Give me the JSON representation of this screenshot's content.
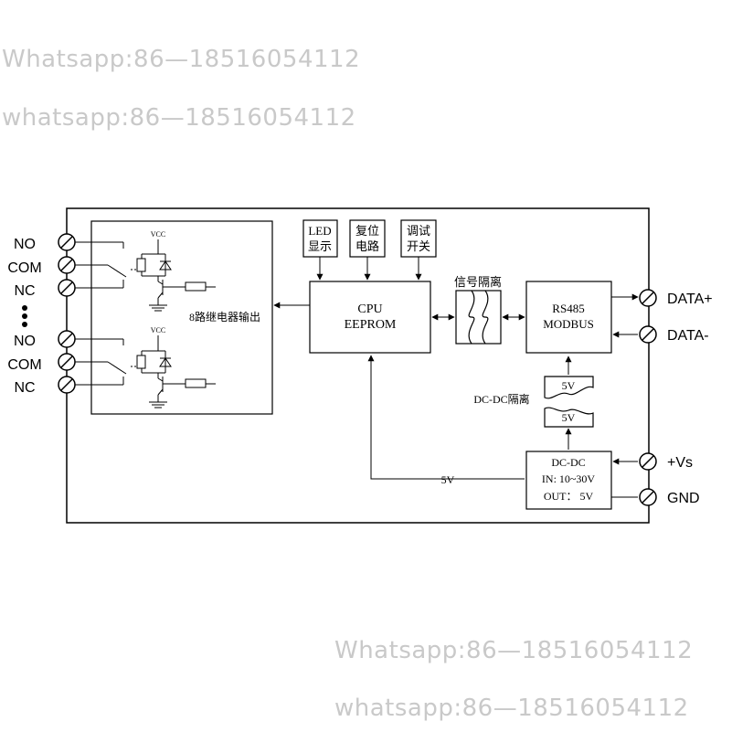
{
  "watermarks": [
    "Whatsapp:86—18516054112",
    "whatsapp:86—18516054112",
    "Whatsapp:86—18516054112",
    "whatsapp:86—18516054112"
  ],
  "terminals_left": [
    "NO",
    "COM",
    "NC",
    "NO",
    "COM",
    "NC"
  ],
  "terminals_right": [
    "DATA+",
    "DATA-",
    "+Vs",
    "GND"
  ],
  "relay": {
    "vcc": "VCC",
    "label": "8路继电器输出"
  },
  "blocks": {
    "led": [
      "LED",
      "显示"
    ],
    "reset": [
      "复位",
      "电路"
    ],
    "debug": [
      "调试",
      "开关"
    ],
    "cpu": [
      "CPU",
      "EEPROM"
    ],
    "signal_isolation": "信号隔离",
    "rs485": [
      "RS485",
      "MODBUS"
    ],
    "dcdc_isolation": "DC-DC隔离",
    "iso_top": "5V",
    "iso_bottom": "5V",
    "dcdc": [
      "DC-DC",
      "IN: 10~30V",
      "OUT： 5V"
    ],
    "wire_5v": "5V"
  }
}
